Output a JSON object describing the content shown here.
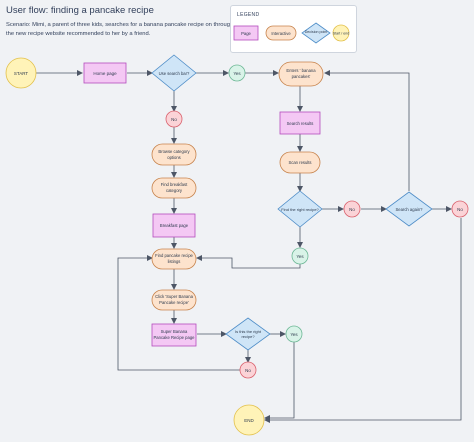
{
  "header": {
    "title": "User flow: finding a pancake recipe",
    "scenario": "Scenario: Mimi, a parent of three kids, searches for a banana pancake recipe on through the new recipe website recommended to her by a friend."
  },
  "legend": {
    "title": "LEGEND",
    "items": [
      {
        "label": "Page"
      },
      {
        "label": "Interactive"
      },
      {
        "label": "Decision point"
      },
      {
        "label": "Start / end"
      }
    ]
  },
  "colors": {
    "page_fill": "#f4c8f4",
    "page_stroke": "#b44bbd",
    "interactive_fill": "#fde3cd",
    "interactive_stroke": "#c7834c",
    "decision_fill": "#cfe5f7",
    "decision_stroke": "#4d8cc7",
    "start_fill": "#fff3b8",
    "start_stroke": "#e2c04a",
    "yes_fill": "#d9f3e8",
    "yes_stroke": "#6cb795",
    "no_fill": "#fbd3d7",
    "no_stroke": "#d9606c",
    "edge": "#4d5666"
  },
  "nodes": {
    "start": "START",
    "home_page": "Home page",
    "use_search": "Use search bar?",
    "yes1": "Yes",
    "enter_search": [
      "Enters ' banana",
      "pancakes'"
    ],
    "no1": "No",
    "search_results": "Search results",
    "scan_results": "Scan results",
    "browse_category": [
      "Browse category",
      "options"
    ],
    "find_breakfast": [
      "Find breakfast",
      "category"
    ],
    "right_recipe1": "Find the right recipe?",
    "no2": "No",
    "search_again": "Search again?",
    "no3": "No",
    "breakfast_page": "Breakfast page",
    "yes2": "Yes",
    "find_pancake": [
      "Find pancake recipe",
      "listings"
    ],
    "click_recipe": [
      "Click 'Super Banana",
      "Pancake recipe'"
    ],
    "recipe_page": [
      "Super Banana",
      "Pancake Recipe page"
    ],
    "right_recipe2": [
      "Is this the right",
      "recipe?"
    ],
    "yes3": "Yes",
    "no4": "No",
    "end": "END"
  }
}
